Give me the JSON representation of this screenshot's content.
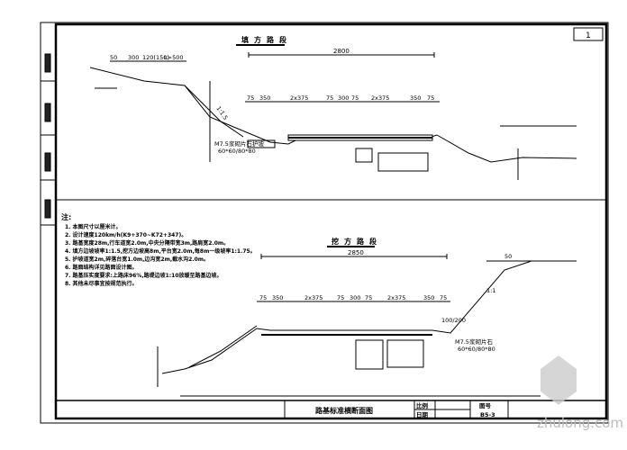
{
  "sheet": {
    "title": "路基标准横断面图",
    "scale_label": "比例",
    "date_label": "日期",
    "drawing_no_label": "图号",
    "drawing_no": "B5-3",
    "page_mark": "1"
  },
  "section_top": {
    "title": "填方路段",
    "total_width": "2800",
    "dims": [
      "75",
      "350",
      "2x375",
      "75",
      "300",
      "75",
      "2x375",
      "350",
      "75"
    ],
    "left_dims": [
      "50",
      "300",
      "120(150)",
      "L>500"
    ],
    "slope_labels": [
      "1:1.5",
      "M7.5浆砌片石护坡",
      "60*60/80*80"
    ]
  },
  "section_bottom": {
    "title": "挖方路段",
    "total_width": "2850",
    "dims": [
      "75",
      "350",
      "2x375",
      "75",
      "300",
      "75",
      "2x375",
      "350",
      "75"
    ],
    "side_dims": [
      "50",
      "100/200",
      "M7.5浆砌片石",
      "60*60/80*80",
      "1:1"
    ]
  },
  "notes": {
    "heading": "注:",
    "items": [
      "1. 本图尺寸以厘米计。",
      "2. 设计速度120km/h(K9+370~K72+347)。",
      "3. 路基宽度28m,行车道宽2.0m,中央分隔带宽3m,路肩宽2.0m。",
      "4. 填方边坡坡率1:1.5,挖方边坡高8m,平台宽2.0m,每8m一级坡率1:1.75。",
      "5. 护坡道宽2m,碎落台宽1.0m,边沟宽2m,截水沟2.0m。",
      "6. 路面结构详见路面设计图。",
      "7. 路基压实度要求:上路床96%,路堤边坡1:10放缓至路基边坡。",
      "8. 其他未尽事宜按规范执行。"
    ]
  },
  "watermark": "zhulong.com"
}
